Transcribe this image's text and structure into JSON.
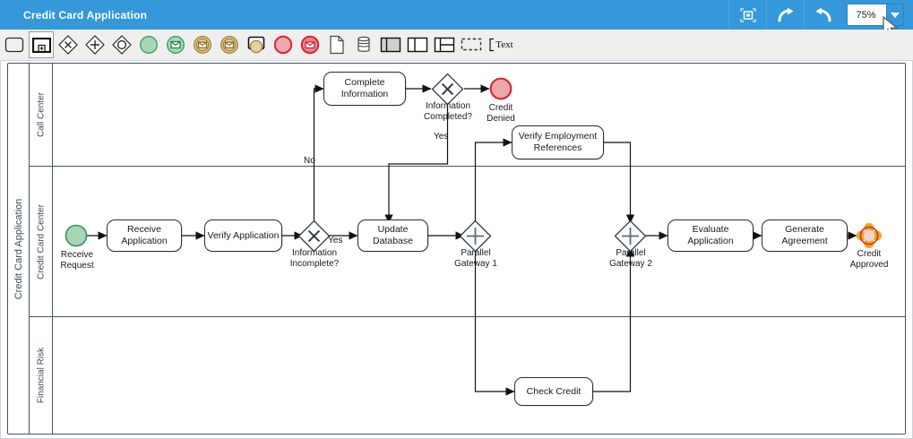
{
  "window": {
    "title": "Credit Card Application",
    "buttons": [
      {
        "name": "fit-to-screen-icon",
        "label": "Fit to screen"
      },
      {
        "name": "redo-icon",
        "label": "Redo"
      },
      {
        "name": "undo-icon",
        "label": "Undo"
      }
    ],
    "zoom": {
      "value": "75%",
      "dropdown": "chevron-down-icon"
    }
  },
  "palette": {
    "items": [
      {
        "name": "task-tool",
        "label": "Task",
        "selected": false
      },
      {
        "name": "subprocess-tool",
        "label": "Sub-Process",
        "selected": true
      },
      {
        "name": "exclusive-gateway-tool",
        "label": "Exclusive Gateway",
        "selected": false
      },
      {
        "name": "parallel-gateway-tool",
        "label": "Parallel Gateway",
        "selected": false
      },
      {
        "name": "inclusive-gateway-tool",
        "label": "Inclusive Gateway",
        "selected": false
      },
      {
        "name": "start-event-tool",
        "label": "Start Event",
        "selected": false
      },
      {
        "name": "start-message-event-tool",
        "label": "Start Message Event",
        "selected": false
      },
      {
        "name": "intermediate-message-catch-event-tool",
        "label": "Intermediate Message Catch Event",
        "selected": false
      },
      {
        "name": "intermediate-message-throw-event-tool",
        "label": "Intermediate Message Throw Event",
        "selected": false
      },
      {
        "name": "boundary-event-tool",
        "label": "Boundary Event",
        "selected": false
      },
      {
        "name": "end-event-tool",
        "label": "End Event",
        "selected": false
      },
      {
        "name": "end-message-event-tool",
        "label": "End Message Event",
        "selected": false
      },
      {
        "name": "data-object-tool",
        "label": "Data Object",
        "selected": false
      },
      {
        "name": "data-store-tool",
        "label": "Data Store",
        "selected": false
      },
      {
        "name": "pool-tool",
        "label": "Pool",
        "selected": false
      },
      {
        "name": "lane-vertical-tool",
        "label": "Vertical Lane",
        "selected": false
      },
      {
        "name": "lane-horizontal-tool",
        "label": "Horizontal Lane",
        "selected": false
      },
      {
        "name": "group-tool",
        "label": "Group",
        "selected": false
      },
      {
        "name": "text-annotation-tool",
        "label": "Text",
        "selected": false
      }
    ],
    "text_tool_label": "Text"
  },
  "diagram": {
    "pool": "Credit Card Application",
    "lanes": [
      {
        "name": "lane-call-center",
        "label": "Call Center"
      },
      {
        "name": "lane-credit-card-center",
        "label": "Credit Card Center"
      },
      {
        "name": "lane-financial-risk",
        "label": "Financial Risk"
      }
    ],
    "tasks": [
      {
        "id": "complete-information",
        "label": "Complete\nInformation"
      },
      {
        "id": "verify-employment-references",
        "label": "Verify Employment\nReferences"
      },
      {
        "id": "receive-application",
        "label": "Receive\nApplication"
      },
      {
        "id": "verify-application",
        "label": "Verify Application"
      },
      {
        "id": "update-database",
        "label": "Update\nDatabase"
      },
      {
        "id": "evaluate-application",
        "label": "Evaluate\nApplication"
      },
      {
        "id": "generate-agreement",
        "label": "Generate\nAgreement"
      },
      {
        "id": "check-credit",
        "label": "Check Credit"
      }
    ],
    "events": [
      {
        "id": "receive-request",
        "type": "start",
        "label": "Receive\nRequest"
      },
      {
        "id": "credit-denied",
        "type": "end",
        "label": "Credit\nDenied"
      },
      {
        "id": "credit-approved",
        "type": "end-multiple",
        "label": "Credit\nApproved"
      }
    ],
    "gateways": [
      {
        "id": "information-completed",
        "type": "exclusive",
        "label": "Information\nCompleted?"
      },
      {
        "id": "information-incomplete",
        "type": "exclusive",
        "label": "Information\nIncomplete?"
      },
      {
        "id": "parallel-gateway-1",
        "type": "parallel",
        "label": "Parallel\nGateway 1"
      },
      {
        "id": "parallel-gateway-2",
        "type": "parallel",
        "label": "Parallel\nGateway 2"
      }
    ],
    "flow_labels": [
      {
        "id": "flow-yes-incomplete",
        "text": "Yes"
      },
      {
        "id": "flow-no-completed",
        "text": "No"
      },
      {
        "id": "flow-yes-completed",
        "text": "Yes"
      }
    ]
  },
  "colors": {
    "title_bar": "#3498db",
    "palette_bg": "#efefef",
    "start_event": "#9fd4ae",
    "end_event": "#e8979a",
    "multiple_event": "#f5a623",
    "pool_stroke": "#44546a"
  }
}
